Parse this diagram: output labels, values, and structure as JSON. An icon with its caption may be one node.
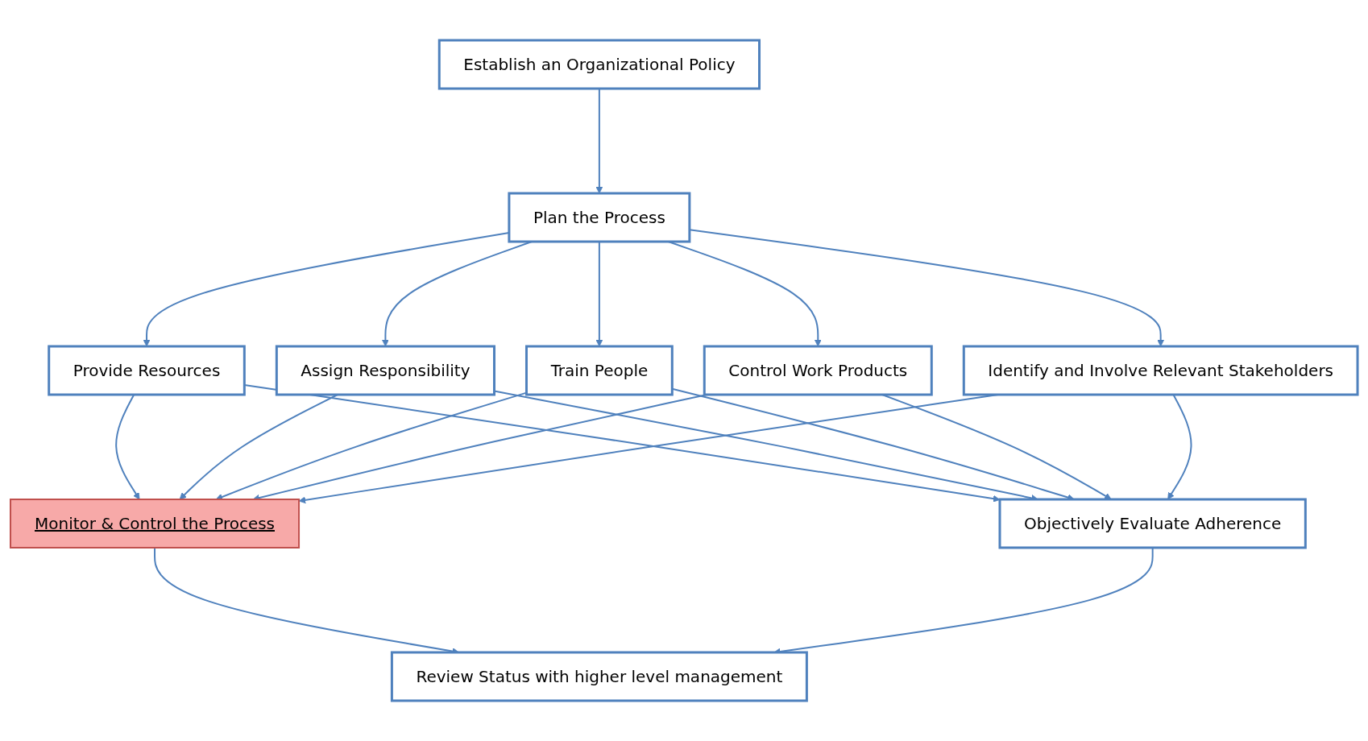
{
  "diagram": {
    "nodes": [
      {
        "text": [
          "Establish an Organizational Policy"
        ]
      },
      {
        "text": [
          "Plan the Process"
        ]
      },
      {
        "text": [
          "Review Status with higher level management"
        ]
      },
      {
        "text": [
          "Monitor & Control the Process"
        ]
      },
      {
        "text": [
          "Objectively Evaluate Adherence"
        ]
      },
      {
        "text": [
          "Provide Resources"
        ]
      },
      {
        "text": [
          "Assign Responsibility"
        ]
      },
      {
        "text": [
          "Train People"
        ]
      },
      {
        "text": [
          "Control Work Products"
        ]
      },
      {
        "text": [
          "Identify and Involve Relevant Stakeholders"
        ]
      }
    ],
    "edges": [
      {
        "from": 0,
        "to": 1,
        "arrow": "to"
      },
      {
        "from": 1,
        "to": 5,
        "arrow": "to"
      },
      {
        "from": 1,
        "to": 6,
        "arrow": "to"
      },
      {
        "from": 1,
        "to": 7,
        "arrow": "to"
      },
      {
        "from": 1,
        "to": 8,
        "arrow": "to"
      },
      {
        "from": 1,
        "to": 9,
        "arrow": "to"
      },
      {
        "from": 5,
        "to": 3,
        "arrow": "to"
      },
      {
        "from": 6,
        "to": 3,
        "arrow": "to"
      },
      {
        "from": 7,
        "to": 3,
        "arrow": "to"
      },
      {
        "from": 8,
        "to": 3,
        "arrow": "to"
      },
      {
        "from": 9,
        "to": 3,
        "arrow": "to"
      },
      {
        "from": 5,
        "to": 4,
        "arrow": "to"
      },
      {
        "from": 6,
        "to": 4,
        "arrow": "to"
      },
      {
        "from": 7,
        "to": 4,
        "arrow": "to"
      },
      {
        "from": 8,
        "to": 4,
        "arrow": "to"
      },
      {
        "from": 9,
        "to": 4,
        "arrow": "to"
      },
      {
        "from": 3,
        "to": 2,
        "arrow": "to"
      },
      {
        "from": 4,
        "to": 2,
        "arrow": "to"
      }
    ]
  }
}
